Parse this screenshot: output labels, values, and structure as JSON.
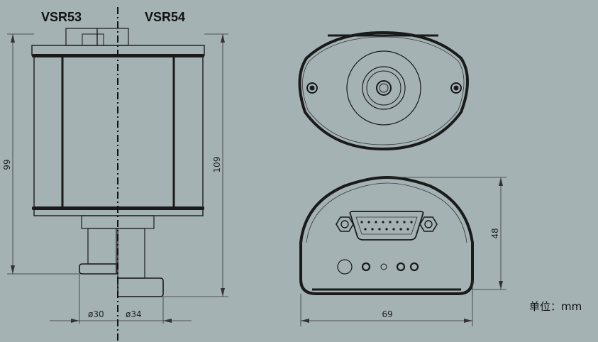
{
  "labels": {
    "left_model": "VSR53",
    "right_model": "VSR54",
    "unit": "单位：mm"
  },
  "dimensions": {
    "height_left": "99",
    "height_right": "109",
    "diameter_left": "ø30",
    "diameter_right": "ø34",
    "width_bottom": "69",
    "height_connector_view": "48"
  },
  "colors": {
    "background": "#a4b2b4",
    "body_fill": "#9aa8aa",
    "line": "#1a1a1a"
  }
}
